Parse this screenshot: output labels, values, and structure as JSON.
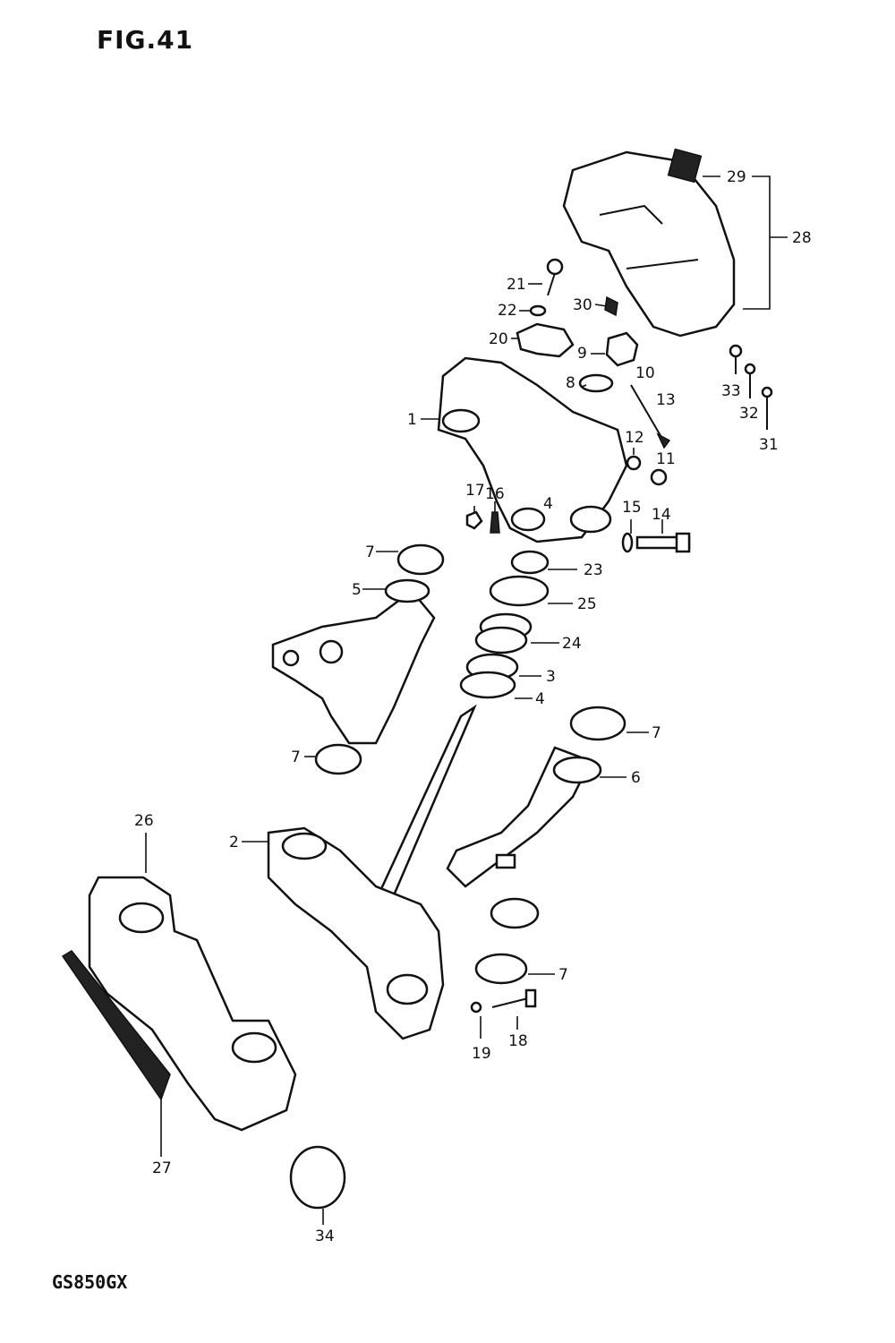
{
  "title": "FIG.41",
  "model": "GS850GX",
  "labels": {
    "l29": "29",
    "l28": "28",
    "l21": "21",
    "l22": "22",
    "l30": "30",
    "l20": "20",
    "l9": "9",
    "l10": "10",
    "l8": "8",
    "l13": "13",
    "l33": "33",
    "l32": "32",
    "l31": "31",
    "l1": "1",
    "l12": "12",
    "l11": "11",
    "l17": "17",
    "l16": "16",
    "l4a": "4",
    "l15": "15",
    "l14": "14",
    "l7a": "7",
    "l5": "5",
    "l23": "23",
    "l25": "25",
    "l24": "24",
    "l3": "3",
    "l4b": "4",
    "l7b": "7",
    "l7c": "7",
    "l6": "6",
    "l26": "26",
    "l2": "2",
    "l7d": "7",
    "l18": "18",
    "l19": "19",
    "l27": "27",
    "l34": "34"
  }
}
